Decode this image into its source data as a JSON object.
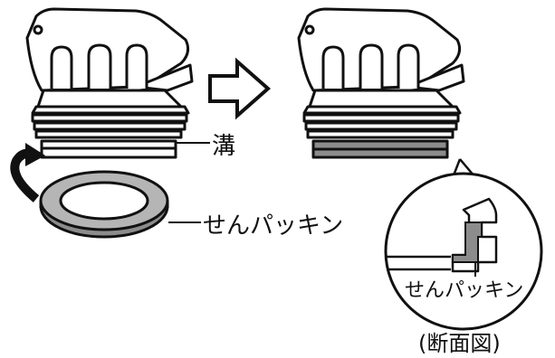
{
  "labels": {
    "groove": "溝",
    "packing": "せんパッキン",
    "packing_detail": "せんパッキン",
    "section_caption": "(断面図)"
  },
  "colors": {
    "line": "#111111",
    "part_fill": "#ffffff",
    "packing_fill": "#8c8c8c"
  }
}
